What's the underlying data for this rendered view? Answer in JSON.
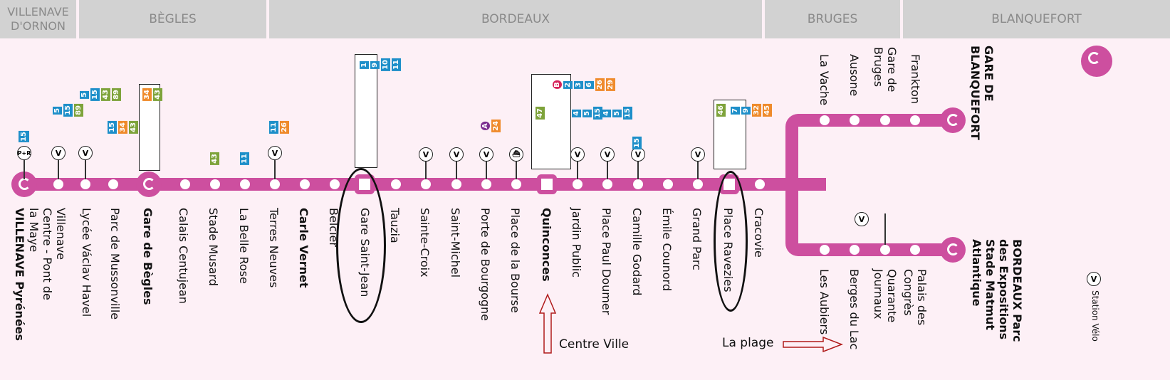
{
  "zones": [
    "VILLENAVE D'ORNON",
    "BÈGLES",
    "BORDEAUX",
    "BRUGES",
    "BLANQUEFORT"
  ],
  "stops_main": [
    {
      "name": "VILLENAVE Pyrénées",
      "bold": true
    },
    {
      "name": "Villenave Centre - Pont de la Maye"
    },
    {
      "name": "Lycée Václav Havel"
    },
    {
      "name": "Parc de Mussonville"
    },
    {
      "name": "Gare de Bègles",
      "bold": true
    },
    {
      "name": "Calais Centujean"
    },
    {
      "name": "Stade Musard"
    },
    {
      "name": "La Belle Rose"
    },
    {
      "name": "Terres Neuves"
    },
    {
      "name": "Carle Vernet",
      "bold": true
    },
    {
      "name": "Belcier"
    },
    {
      "name": "Gare Saint-Jean"
    },
    {
      "name": "Tauzia"
    },
    {
      "name": "Sainte-Croix"
    },
    {
      "name": "Saint-Michel"
    },
    {
      "name": "Porte de Bourgogne"
    },
    {
      "name": "Place de la Bourse"
    },
    {
      "name": "Quinconces",
      "bold": true
    },
    {
      "name": "Jardin Public"
    },
    {
      "name": "Place Paul Doumer"
    },
    {
      "name": "Camille Godard"
    },
    {
      "name": "Émile Counord"
    },
    {
      "name": "Grand Parc"
    },
    {
      "name": "Place Ravezies"
    },
    {
      "name": "Cracovie"
    }
  ],
  "branch_top": [
    "La Vache",
    "Ausone",
    "Gare de Bruges",
    "Frankton",
    "GARE DE BLANQUEFORT"
  ],
  "branch_bottom": [
    "Les Aubiers",
    "Berges du Lac",
    "Quarante Journaux",
    "Palais des Congrès",
    "BORDEAUX Parc des Expositions Stade Matmut Atlantique"
  ],
  "annotations": {
    "centre_ville": "Centre Ville",
    "la_plage": "La plage"
  },
  "legend": {
    "station_velo": "Station Vélo",
    "v_symbol": "V"
  },
  "bus_labels": {
    "villenave_pyr": [
      "15"
    ],
    "villenave_centre": [
      "5",
      "15",
      "89"
    ],
    "lycee": [
      "5",
      "15",
      "43",
      "89"
    ],
    "mussonville": [
      "15",
      "34",
      "43"
    ],
    "begles": [
      "34",
      "43"
    ],
    "stade_musard": [
      "43"
    ],
    "belle_rose": [
      "11"
    ],
    "terres_neuves": [
      "11",
      "26"
    ],
    "saint_jean": [
      "1",
      "9",
      "10",
      "11"
    ],
    "porte_bourgogne": [
      "A",
      "24"
    ],
    "quinconces": [
      "B",
      "2",
      "3",
      "6",
      "26",
      "29",
      "47"
    ],
    "jardin_public": [
      "4",
      "5",
      "15"
    ],
    "paul_doumer": [
      "4",
      "5",
      "15"
    ],
    "camille_godard": [
      "15"
    ],
    "ravezies": [
      "7",
      "9",
      "32",
      "45",
      "46"
    ]
  },
  "colors": {
    "line": "#cd4f9f",
    "blue": "#1e8fc9",
    "orange": "#ef8b2c",
    "green": "#7ea33b",
    "bg": "#fdf0f6"
  }
}
